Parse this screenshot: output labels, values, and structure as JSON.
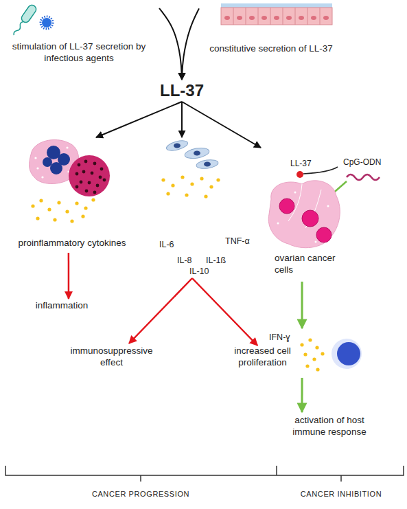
{
  "diagram": {
    "nodes": [
      {
        "text": [
          "stimulation of LL-37 secretion by infectious agents"
        ]
      },
      {
        "text": [
          "constitutive secretion of LL-37"
        ]
      },
      {
        "text": [
          "LL-37"
        ]
      },
      {
        "text": [
          "proinflammatory cytokines"
        ]
      },
      {
        "text": [
          "IL-6",
          "TNF-α",
          "IL-8",
          "IL-1ß",
          "IL-10"
        ]
      },
      {
        "text": [
          "LL-37",
          "CpG-ODN",
          "ovarian cancer cells"
        ]
      },
      {
        "text": [
          "inflammation"
        ]
      },
      {
        "text": [
          "immunosuppressive effect"
        ]
      },
      {
        "text": [
          "increased cell proliferation"
        ]
      },
      {
        "text": [
          "IFN-ɣ"
        ]
      },
      {
        "text": [
          "activation of host immune response"
        ]
      }
    ],
    "edges": [
      {
        "from": 0,
        "to": 2,
        "arrow": "to"
      },
      {
        "from": 1,
        "to": 2,
        "arrow": "to"
      },
      {
        "from": 2,
        "to": 3,
        "arrow": "to"
      },
      {
        "from": 2,
        "to": 4,
        "arrow": "to"
      },
      {
        "from": 2,
        "to": 5,
        "arrow": "to"
      },
      {
        "from": 3,
        "to": 6,
        "arrow": "to"
      },
      {
        "from": 4,
        "to": 7,
        "arrow": "to"
      },
      {
        "from": 4,
        "to": 8,
        "arrow": "to"
      },
      {
        "from": 5,
        "to": 9,
        "arrow": "to"
      },
      {
        "from": 9,
        "to": 10,
        "arrow": "to"
      }
    ],
    "labels": [
      "CANCER PROGRESSION",
      "CANCER INHIBITION"
    ]
  }
}
